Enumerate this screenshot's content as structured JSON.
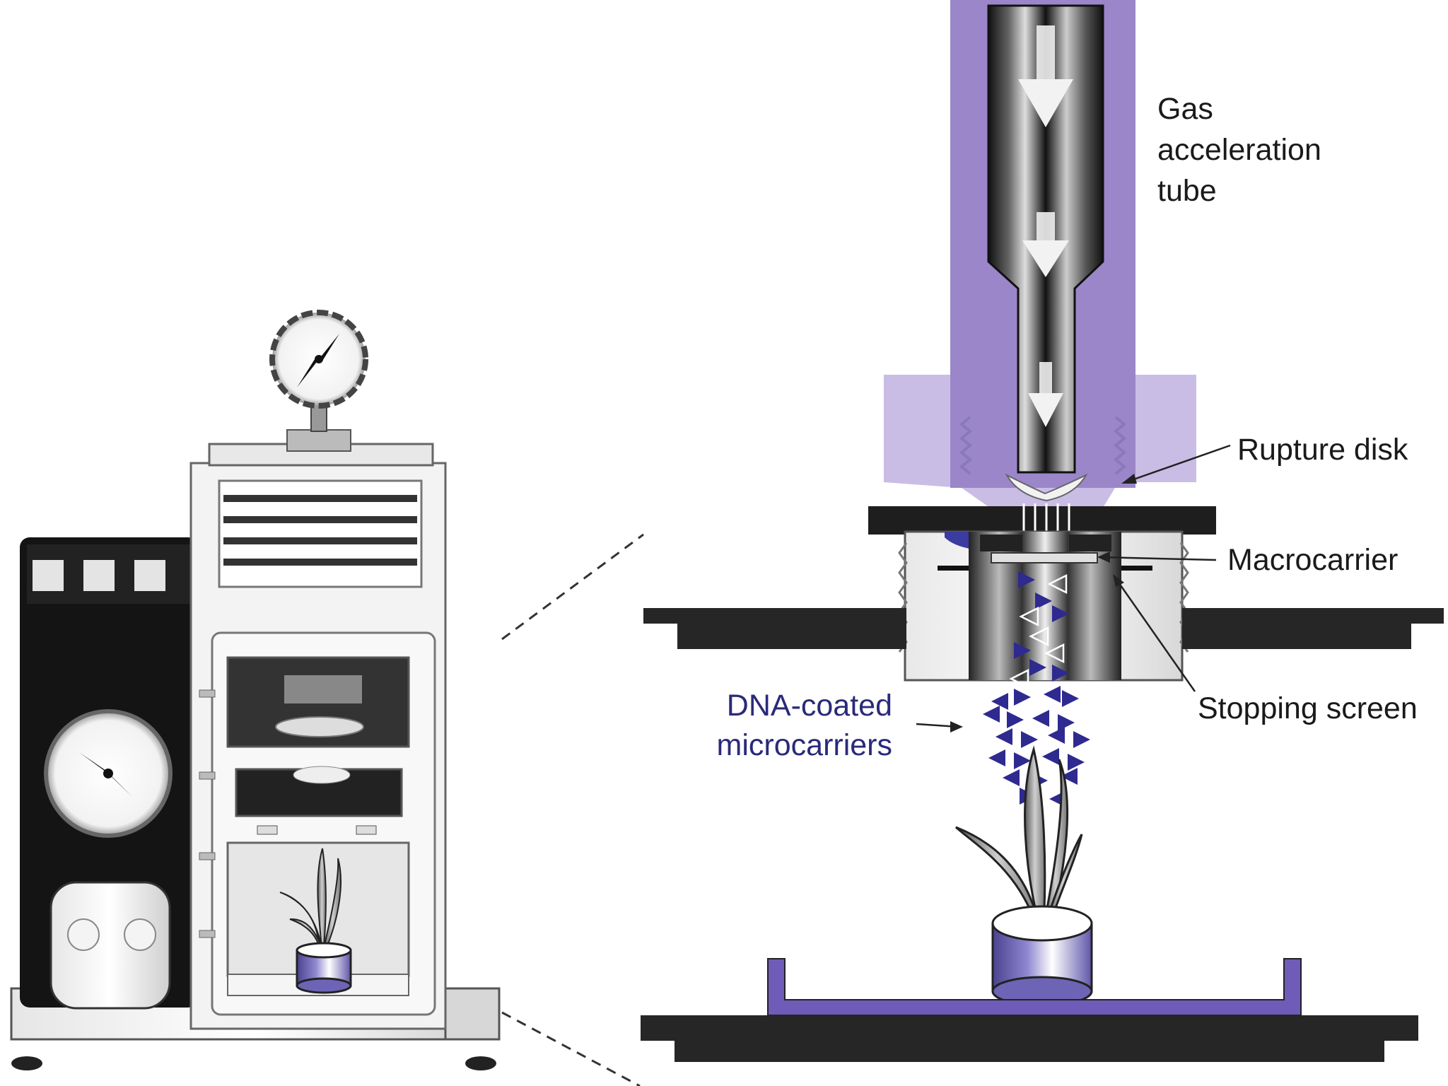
{
  "diagram": {
    "labels": {
      "gas_tube": [
        "Gas",
        "acceleration",
        "tube"
      ],
      "rupture_disk": "Rupture disk",
      "macrocarrier": "Macrocarrier",
      "stopping_screen": "Stopping screen",
      "dna_microcarriers": [
        "DNA-coated",
        "microcarriers"
      ]
    },
    "colors": {
      "tube_purple": "#9b86c9",
      "light_purple": "#c9bde6",
      "dark": "#1a1a1a",
      "dna_text": "#2a2a7a",
      "pot_blue": "#6d64b5",
      "tray_purple": "#6e5cb8"
    }
  }
}
